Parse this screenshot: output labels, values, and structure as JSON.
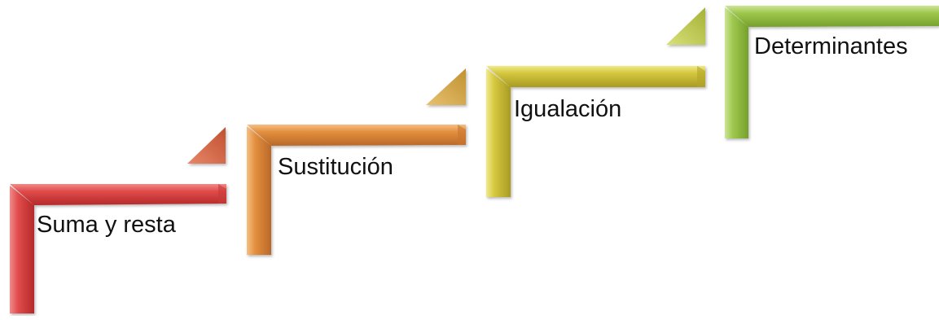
{
  "diagram": {
    "type": "staircase-process",
    "steps": [
      {
        "label": "Suma y resta",
        "color": "#d64545"
      },
      {
        "label": "Sustitución",
        "color": "#e08a3c"
      },
      {
        "label": "Igualación",
        "color": "#cfc13a"
      },
      {
        "label": "Determinantes",
        "color": "#99c448"
      }
    ]
  }
}
